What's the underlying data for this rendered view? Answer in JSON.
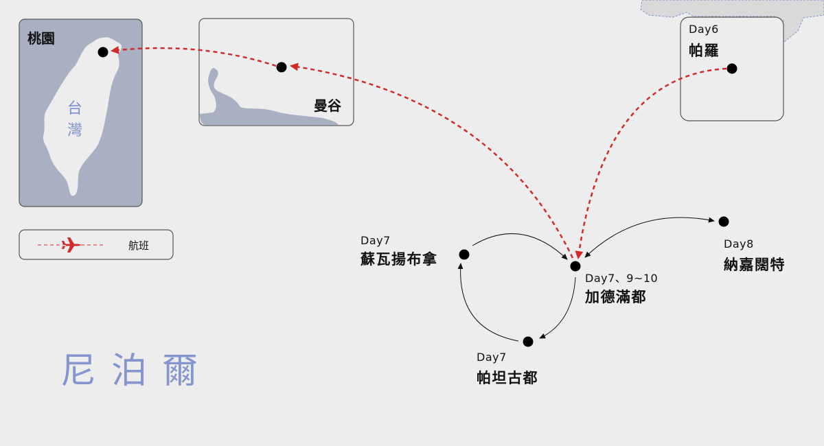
{
  "map": {
    "country_label": "尼泊爾",
    "colors": {
      "background": "#ededed",
      "inset_land": "#a9b0c2",
      "flight": "#d22a2a",
      "route": "#111111",
      "country_text": "#8596cf",
      "neighbor": "#d9d9d9"
    }
  },
  "insets": {
    "taiwan": {
      "city": "桃園",
      "island_label_1": "台",
      "island_label_2": "灣"
    },
    "bangkok": {
      "city": "曼谷"
    },
    "paro": {
      "day": "Day6",
      "city": "帕羅"
    }
  },
  "stops": {
    "sauraha": {
      "day": "Day7",
      "city": "蘇瓦揚布拿"
    },
    "kathmandu": {
      "day": "Day7、9~10",
      "city": "加德滿都"
    },
    "patan": {
      "day": "Day7",
      "city": "帕坦古都"
    },
    "nagarkot": {
      "day": "Day8",
      "city": "納嘉闊特"
    }
  },
  "legend": {
    "flight_label": "航班",
    "icon": "airplane-icon"
  }
}
